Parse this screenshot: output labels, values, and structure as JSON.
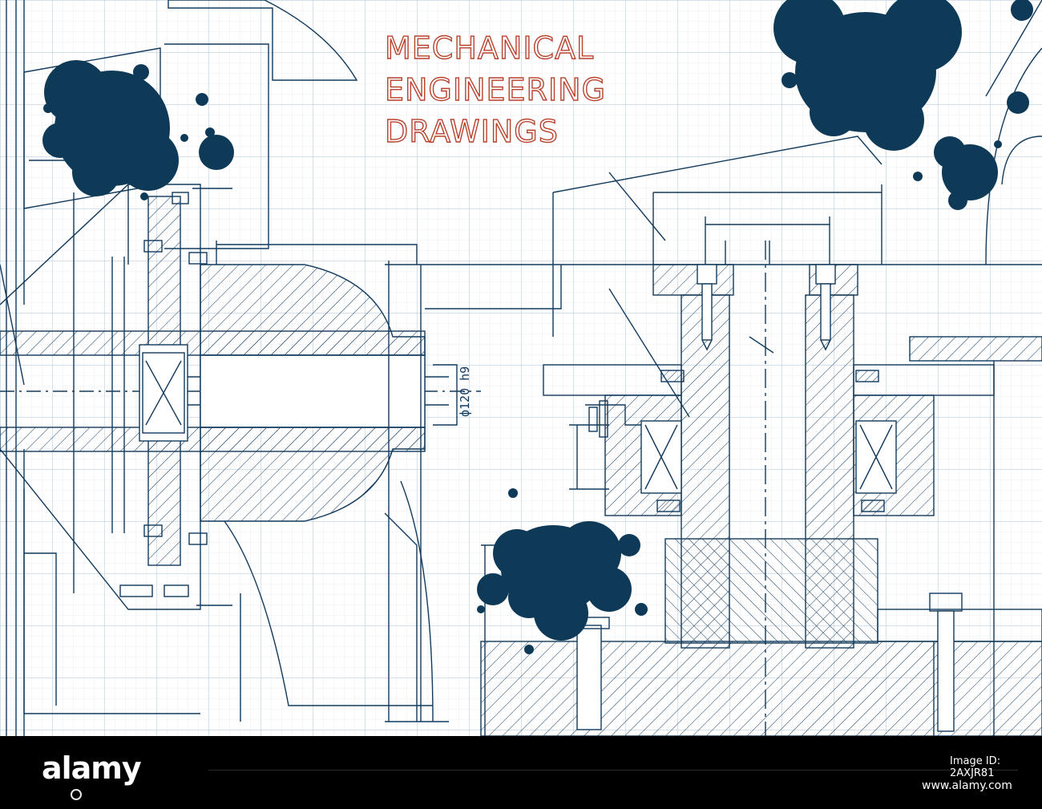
{
  "title": {
    "line1": "MECHANICAL",
    "line2": "ENGINEERING",
    "line3": "DRAWINGS"
  },
  "annotation": {
    "shaft_dimension": "ф120 h9"
  },
  "footer": {
    "brand": "alamy",
    "image_id": "Image ID: 2AXJR81",
    "website": "www.alamy.com"
  },
  "colors": {
    "background": "#ffffff",
    "grid": "#b9cfe0",
    "line": "#123a5c",
    "ink": "#0e3a58",
    "title_outline": "#b8412c",
    "footer": "#000000"
  },
  "icons": {
    "brand_mark": "alamy-wordmark"
  }
}
